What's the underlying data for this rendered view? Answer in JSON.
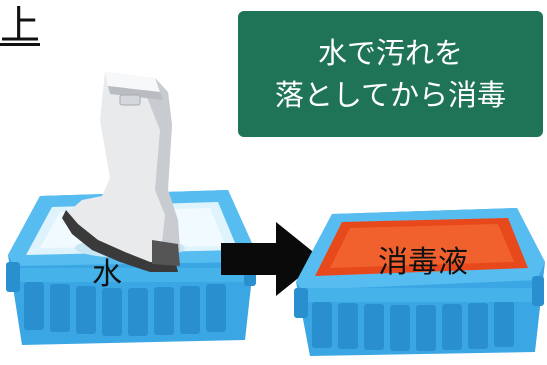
{
  "corner_label": "上",
  "instruction": {
    "line1": "水で汚れを",
    "line2": "落としてから消毒",
    "background_color": "#1f7458"
  },
  "water_tray": {
    "label": "水",
    "icon": "water-tray-icon"
  },
  "disinfectant_tray": {
    "label": "消毒液",
    "liquid_color": "#e8491c",
    "icon": "disinfectant-tray-icon"
  },
  "boot": {
    "icon": "boot-icon"
  },
  "arrow": {
    "icon": "arrow-right-icon"
  }
}
